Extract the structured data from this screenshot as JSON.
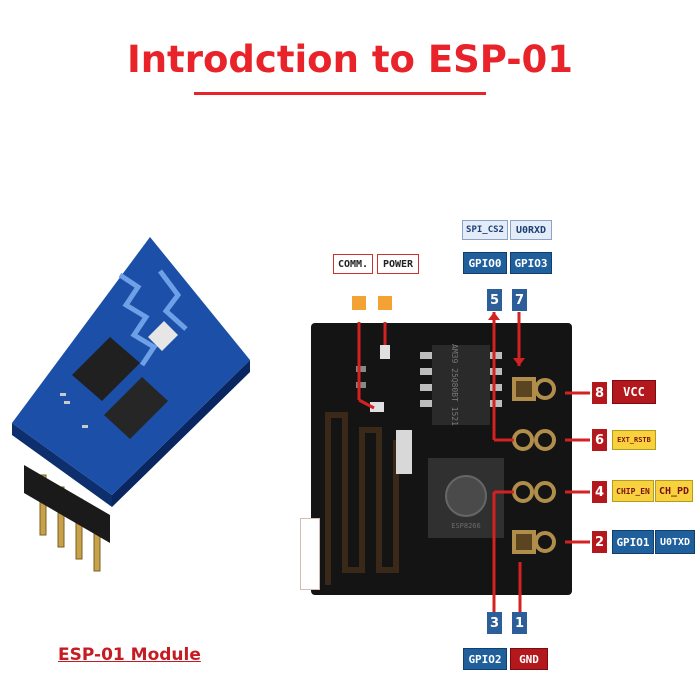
{
  "title": "Introdction to ESP-01",
  "module_caption": "ESP-01 Module",
  "board_text": {
    "flash_chip": "AM39 25Q80BT 1521",
    "fcc_marking": "ESP8266"
  },
  "top_labels": {
    "spi_cs2": "SPI_CS2",
    "u0rxd": "U0RXD",
    "gpio0": "GPIO0",
    "gpio3": "GPIO3",
    "comm": "COMM.",
    "power": "POWER",
    "pin5": "5",
    "pin7": "7"
  },
  "right_labels": {
    "pin8": "8",
    "vcc": "VCC",
    "pin6": "6",
    "ext_rst": "EXT_RSTB",
    "pin4": "4",
    "chip_en": "CHIP_EN",
    "ch_pd": "CH_PD",
    "pin2": "2",
    "gpio1": "GPIO1",
    "u0txd": "U0TXD"
  },
  "bottom_labels": {
    "pin3": "3",
    "pin1": "1",
    "gpio2": "GPIO2",
    "gnd": "GND"
  },
  "colors": {
    "title": "#e8232a",
    "board": "#141414",
    "module_board": "#1b4fa8",
    "pin_label_blue": "#1f5f9c",
    "pin_label_red": "#b3181d",
    "pin_label_yellow": "#f7d23e",
    "connector_line": "#d42121"
  }
}
